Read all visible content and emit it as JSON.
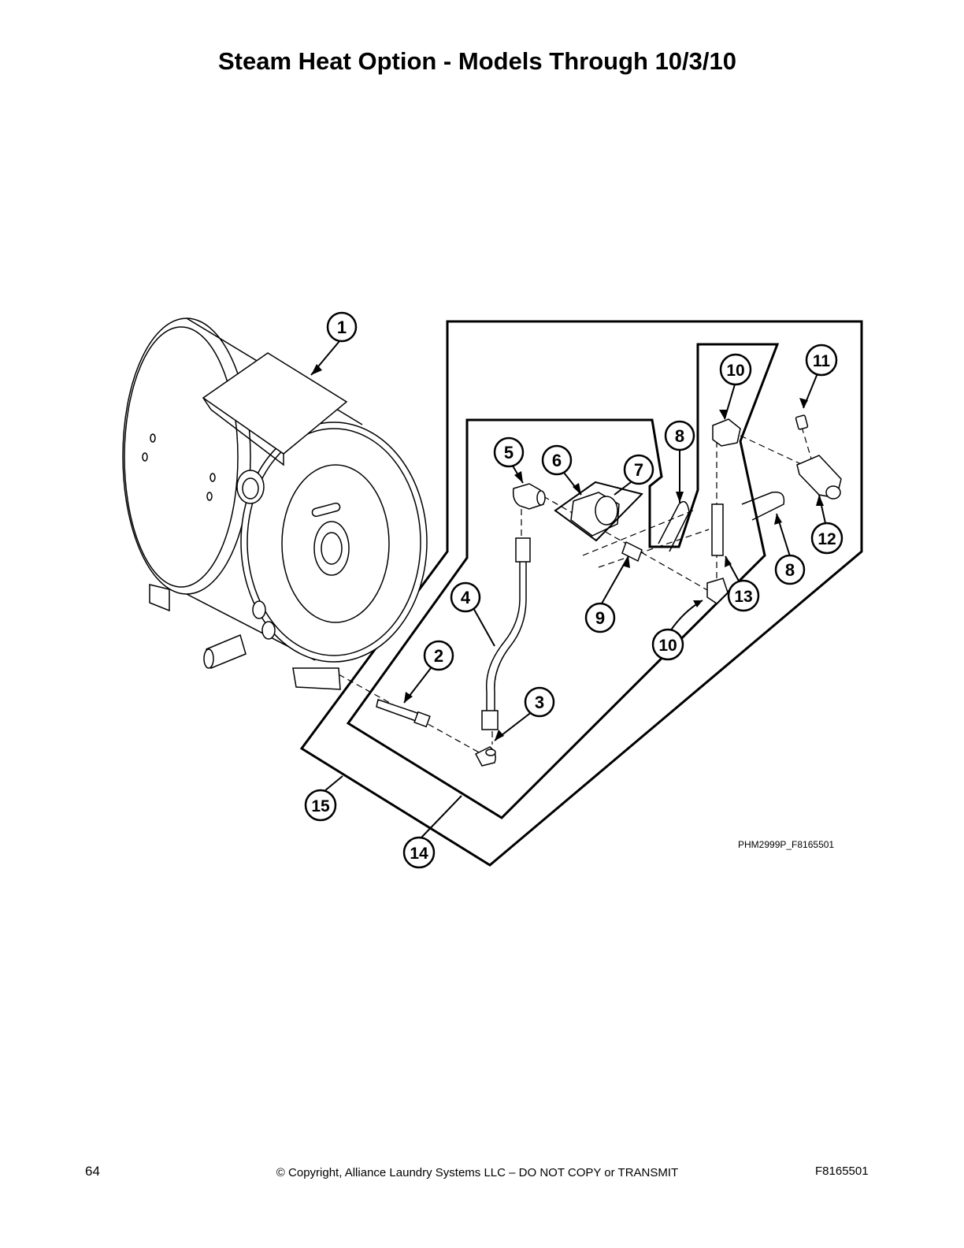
{
  "page": {
    "title": "Steam Heat Option - Models Through 10/3/10",
    "number": "64",
    "copyright": "© Copyright, Alliance Laundry Systems LLC – DO NOT COPY or TRANSMIT",
    "doc_id": "F8165501"
  },
  "diagram": {
    "illustration_code": "PHM2999P_F8165501",
    "callouts": [
      "1",
      "2",
      "3",
      "4",
      "5",
      "6",
      "7",
      "8",
      "8",
      "9",
      "10",
      "10",
      "11",
      "12",
      "13",
      "14",
      "15"
    ]
  }
}
